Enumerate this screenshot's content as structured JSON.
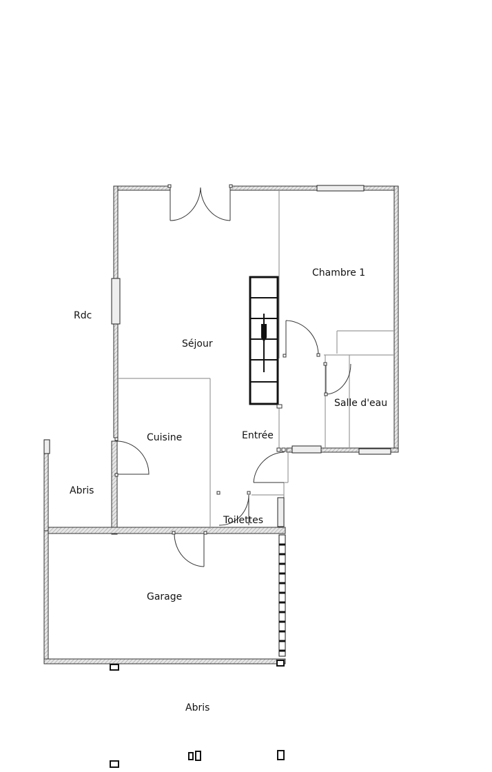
{
  "labels": {
    "level": "Rdc",
    "chambre": "Chambre 1",
    "sejour": "Séjour",
    "salle_eau": "Salle d'eau",
    "cuisine": "Cuisine",
    "entree": "Entrée",
    "abris_left": "Abris",
    "toilettes": "Toilettes",
    "garage": "Garage",
    "abris_bottom": "Abris"
  }
}
